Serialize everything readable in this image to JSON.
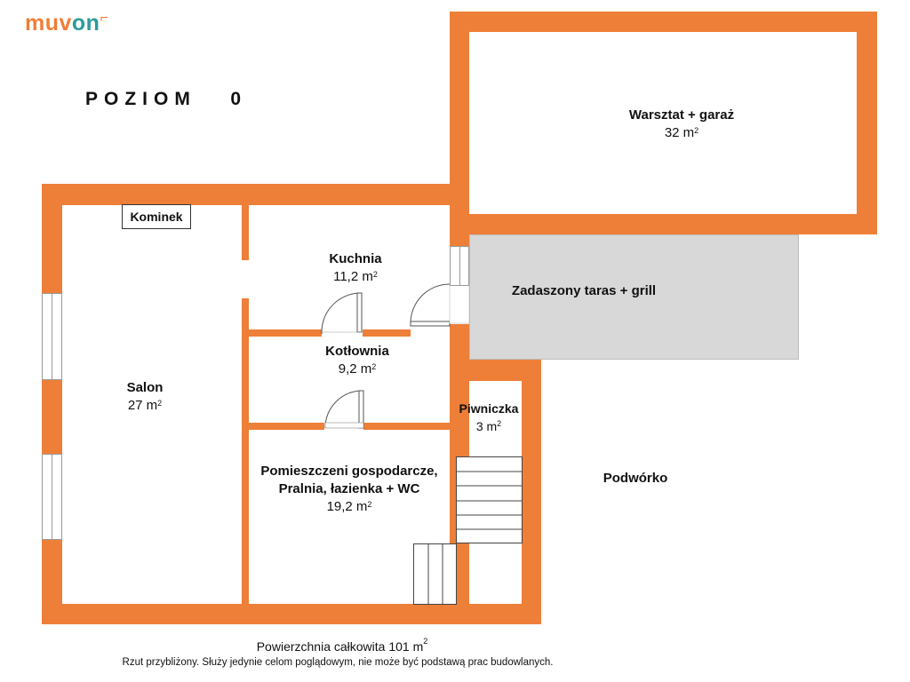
{
  "brand": {
    "logo_prefix": "muv",
    "logo_suffix": "on",
    "logo_mark": "⌐"
  },
  "level_title": "POZIOM   0",
  "rooms": {
    "workshop": {
      "name": "Warsztat + garaż",
      "area": "32 m",
      "unit_exp": "2"
    },
    "terrace": {
      "name": "Zadaszony taras + grill"
    },
    "kitchen": {
      "name": "Kuchnia",
      "area": "11,2 m",
      "unit_exp": "2"
    },
    "boiler": {
      "name": "Kotłownia",
      "area": "9,2 m",
      "unit_exp": "2"
    },
    "living": {
      "name": "Salon",
      "area": "27 m",
      "unit_exp": "2"
    },
    "cellar": {
      "name": "Piwniczka",
      "area": "3 m",
      "unit_exp": "2"
    },
    "utility": {
      "name_line1": "Pomieszczeni gospodarcze,",
      "name_line2": "Pralnia, łazienka + WC",
      "area": "19,2 m",
      "unit_exp": "2"
    },
    "yard": {
      "name": "Podwórko"
    }
  },
  "fireplace_label": "Kominek",
  "footer": {
    "total_area": "Powierzchnia całkowita 101 m",
    "total_unit_exp": "2",
    "disclaimer": "Rzut przybliżony. Służy jedynie celom poglądowym, nie może być podstawą prac budowlanych."
  },
  "colors": {
    "wall": "#ee7f38",
    "terrace_fill": "#d8d8d8",
    "logo_accent": "#2b9c9a"
  }
}
